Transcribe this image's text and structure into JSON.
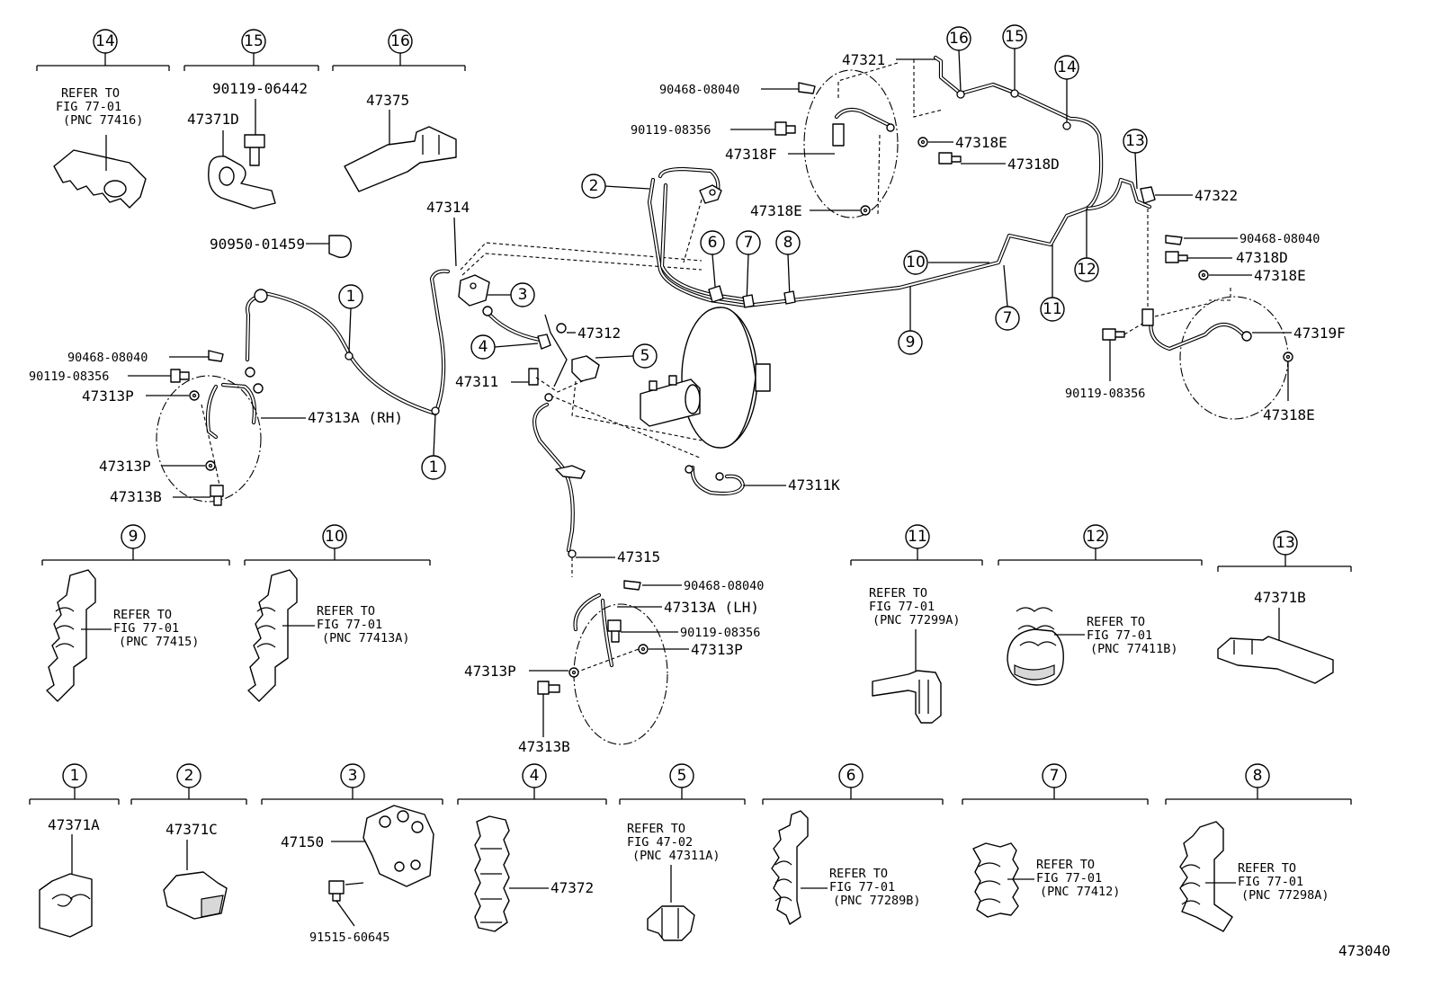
{
  "diagram_id": "473040",
  "callouts": {
    "c14": "14",
    "c15": "15",
    "c16": "16",
    "c9": "9",
    "c10": "10",
    "c11": "11",
    "c12": "12",
    "c13": "13",
    "c1": "1",
    "c2": "2",
    "c3": "3",
    "c4": "4",
    "c5": "5",
    "c6": "6",
    "c7": "7",
    "c8": "8"
  },
  "parts": {
    "p47371D": "47371D",
    "p90119_06442": "90119-06442",
    "p47375": "47375",
    "p90950_01459": "90950-01459",
    "p47314": "47314",
    "p47312": "47312",
    "p47311": "47311",
    "p47311K": "47311K",
    "p47315": "47315",
    "p90468_08040": "90468-08040",
    "p90119_08356": "90119-08356",
    "p47313P": "47313P",
    "p47313A_RH": "47313A (RH)",
    "p47313B": "47313B",
    "p47313A_LH": "47313A (LH)",
    "p47321": "47321",
    "p47318F": "47318F",
    "p47318E": "47318E",
    "p47318D": "47318D",
    "p47322": "47322",
    "p47319F": "47319F",
    "p47371B": "47371B",
    "p47371A": "47371A",
    "p47371C": "47371C",
    "p47150": "47150",
    "p91515_60645": "91515-60645",
    "p47372": "47372"
  },
  "notes": {
    "refer_to": "REFER TO",
    "fig_77_01": "FIG 77-01",
    "fig_47_02": "FIG 47-02",
    "pnc_77416": "(PNC 77416)",
    "pnc_77415": "(PNC 77415)",
    "pnc_77413A": "(PNC 77413A)",
    "pnc_77299A": "(PNC 77299A)",
    "pnc_77411B": "(PNC 77411B)",
    "pnc_47311A": "(PNC 47311A)",
    "pnc_77289B": "(PNC 77289B)",
    "pnc_77412": "(PNC 77412)",
    "pnc_77298A": "(PNC 77298A)"
  },
  "colors": {
    "ink": "#000000",
    "paper": "#ffffff"
  }
}
